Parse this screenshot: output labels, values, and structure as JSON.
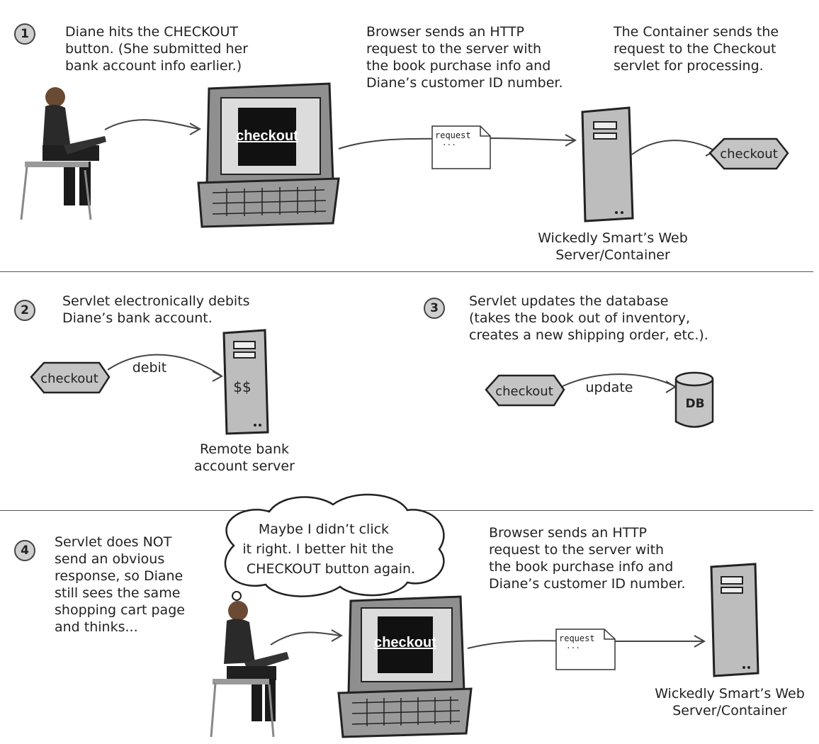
{
  "step1": {
    "number": "1",
    "diane_text": "Diane hits the CHECKOUT\nbutton. (She submitted her\nbank account info earlier.)",
    "browser_text": "Browser sends an HTTP\nrequest to the server with\nthe book purchase info and\nDiane’s customer ID number.",
    "container_text": "The Container sends the\nrequest to the Checkout\nservlet for processing.",
    "screen_label": "checkout",
    "request_label": "request",
    "request_dots": "...",
    "servlet_label": "checkout",
    "server_label": "Wickedly Smart’s Web\nServer/Container"
  },
  "step2": {
    "number": "2",
    "text": "Servlet electronically debits\nDiane’s bank account.",
    "servlet_label": "checkout",
    "arrow_label": "debit",
    "server_mark": "$$",
    "server_label": "Remote bank\naccount server"
  },
  "step3": {
    "number": "3",
    "text": "Servlet updates the database\n(takes the book out of inventory,\ncreates a new shipping order, etc.).",
    "servlet_label": "checkout",
    "arrow_label": "update",
    "db_label": "DB"
  },
  "step4": {
    "number": "4",
    "text": "Servlet does NOT\nsend an obvious\nresponse, so Diane\nstill sees the same\nshopping cart page\nand thinks...",
    "thought": "Maybe I didn’t click\nit right. I better hit the\nCHECKOUT button again.",
    "browser_text": "Browser sends an HTTP\nrequest to the server with\nthe book purchase info and\nDiane’s customer ID number.",
    "screen_label": "checkout",
    "request_label": "request",
    "request_dots": "...",
    "server_label": "Wickedly Smart’s Web\nServer/Container"
  },
  "colors": {
    "line": "#444444",
    "server_fill": "#bdbdbd",
    "servlet_fill": "#c4c4c4",
    "screen_fill": "#111111"
  }
}
